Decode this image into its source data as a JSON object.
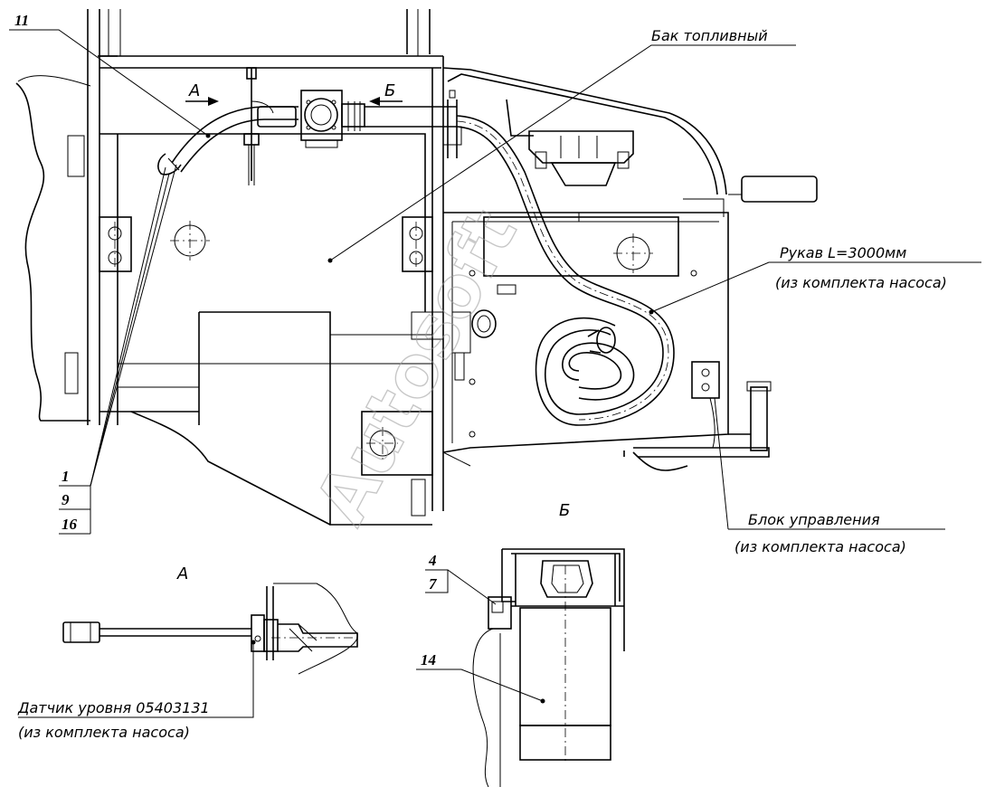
{
  "labels": {
    "tank": "Бак топливный",
    "hose": "Рукав L=3000мм",
    "hose_note": "(из комплекта насоса)",
    "control": "Блок управления",
    "control_note": "(из комплекта насоса)",
    "sensor": "Датчик уровня 05403131",
    "sensor_note": "(из комплекта насоса)"
  },
  "views": {
    "a_arrow": "А",
    "b_arrow": "Б",
    "a_title": "А",
    "b_title": "Б"
  },
  "positions": {
    "p11": "11",
    "p1": "1",
    "p9": "9",
    "p16": "16",
    "p4": "4",
    "p7": "7",
    "p14": "14"
  },
  "watermark": "Autosoft"
}
